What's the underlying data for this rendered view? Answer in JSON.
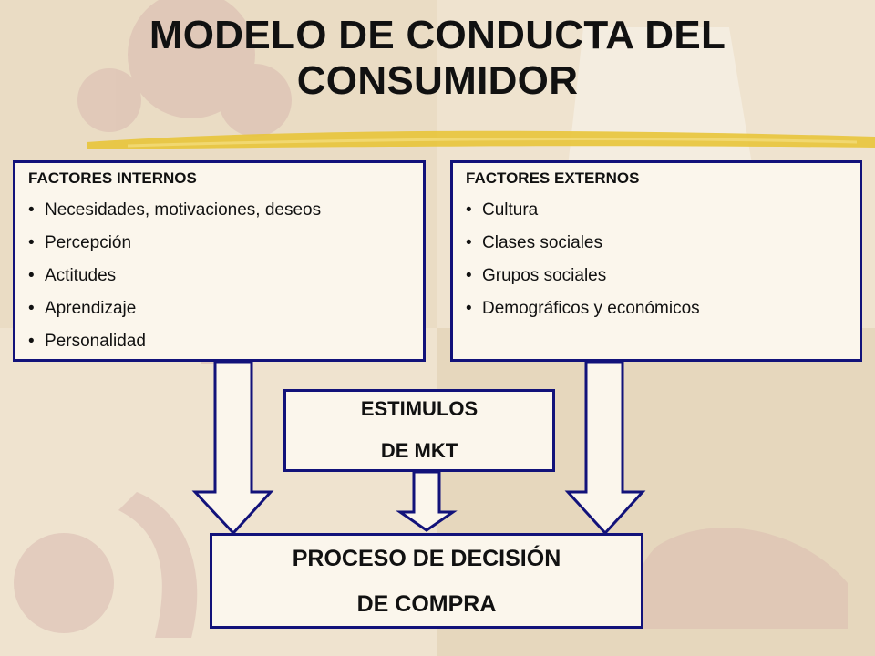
{
  "title": {
    "line1": "MODELO DE CONDUCTA DEL",
    "line2": "CONSUMIDOR"
  },
  "internos": {
    "heading": "FACTORES INTERNOS",
    "items": [
      "Necesidades, motivaciones, deseos",
      "Percepción",
      "Actitudes",
      "Aprendizaje",
      "Personalidad"
    ]
  },
  "externos": {
    "heading": "FACTORES EXTERNOS",
    "items": [
      "Cultura",
      "Clases sociales",
      "Grupos sociales",
      "Demográficos y económicos"
    ]
  },
  "estimulos": {
    "line1": "ESTIMULOS",
    "line2": "DE MKT"
  },
  "proceso": {
    "line1": "PROCESO DE DECISIÓN",
    "line2": "DE COMPRA"
  },
  "colors": {
    "border": "#12127a",
    "box_fill": "#fbf6ec",
    "background": "#efe3cf",
    "accent_stroke": "#e8c43a"
  }
}
